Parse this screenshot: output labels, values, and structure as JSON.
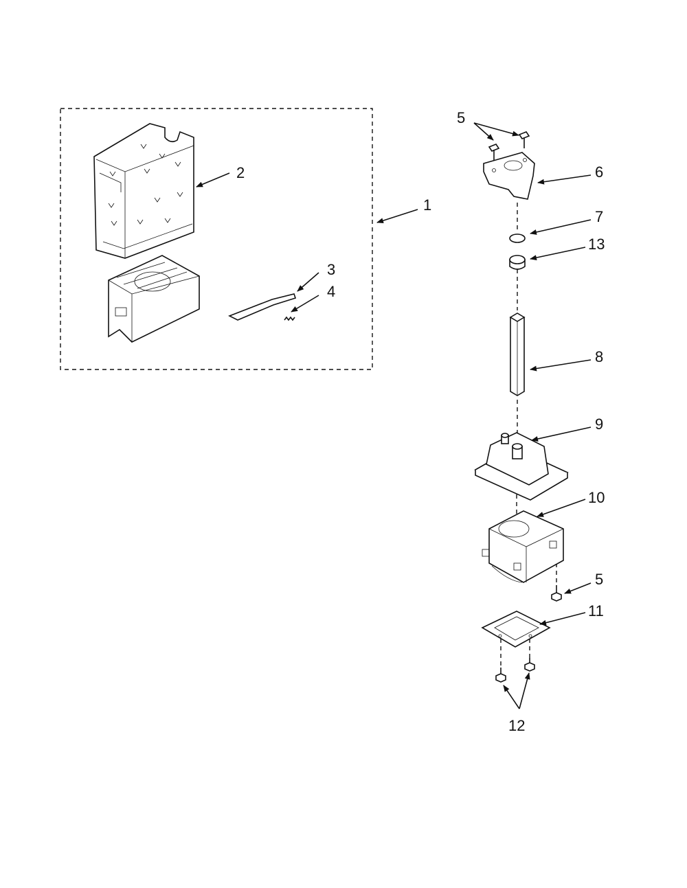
{
  "callouts": {
    "c1": "1",
    "c2": "2",
    "c3": "3",
    "c4": "4",
    "c5_top": "5",
    "c6": "6",
    "c7": "7",
    "c13": "13",
    "c8": "8",
    "c9": "9",
    "c10": "10",
    "c5_bottom": "5",
    "c11": "11",
    "c12": "12"
  }
}
